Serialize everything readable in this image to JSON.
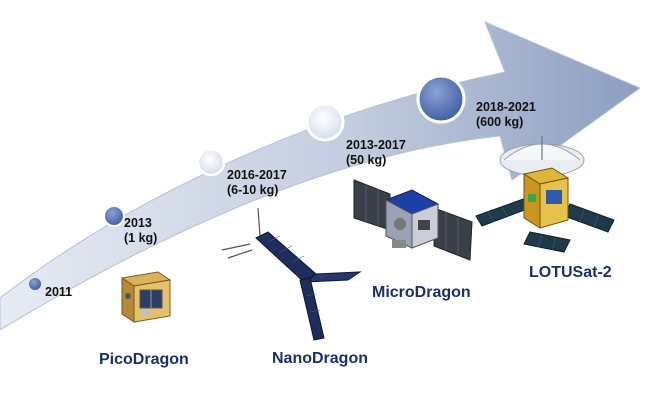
{
  "milestones": [
    {
      "period": "2011",
      "mass": ""
    },
    {
      "period": "2013",
      "mass": "(1 kg)"
    },
    {
      "period": "2016-2017",
      "mass": "(6-10 kg)"
    },
    {
      "period": "2013-2017",
      "mass": "(50 kg)"
    },
    {
      "period": "2018-2021",
      "mass": "(600 kg)"
    }
  ],
  "satellites": [
    {
      "name": "PicoDragon",
      "icon": "cubesat-icon"
    },
    {
      "name": "NanoDragon",
      "icon": "nanosat-icon"
    },
    {
      "name": "MicroDragon",
      "icon": "microsat-icon"
    },
    {
      "name": "LOTUSat-2",
      "icon": "radar-satellite-icon"
    }
  ],
  "colors": {
    "arrow_light": "#dfe5f0",
    "arrow_dark": "#98a8c7",
    "dot": "#5573b3",
    "name_text": "#1b2f6b"
  }
}
